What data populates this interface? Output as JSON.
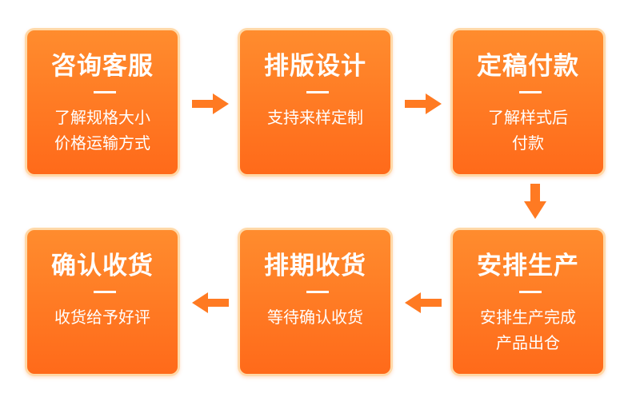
{
  "steps": [
    {
      "title": "咨询客服",
      "lines": [
        "了解规格大小",
        "价格运输方式"
      ]
    },
    {
      "title": "排版设计",
      "lines": [
        "支持来样定制"
      ]
    },
    {
      "title": "定稿付款",
      "lines": [
        "了解样式后",
        "付款"
      ]
    },
    {
      "title": "安排生产",
      "lines": [
        "安排生产完成",
        "产品出仓"
      ]
    },
    {
      "title": "排期收货",
      "lines": [
        "等待确认收货"
      ]
    },
    {
      "title": "确认收货",
      "lines": [
        "收货给予好评"
      ]
    }
  ],
  "colors": {
    "card_top": "#ff8c2e",
    "card_bottom": "#ff6a1a",
    "card_border": "#ffd9a8",
    "arrow": "#ff7a22",
    "text": "#ffffff"
  },
  "icons": {
    "arrow_right": "arrow-right-icon",
    "arrow_down": "arrow-down-icon",
    "arrow_left": "arrow-left-icon"
  }
}
